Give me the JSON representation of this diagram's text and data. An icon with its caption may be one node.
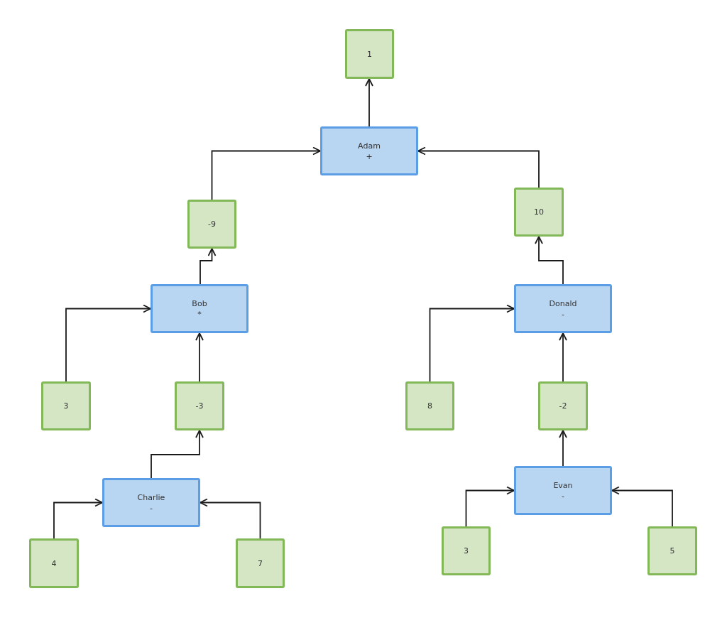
{
  "diagram": {
    "nodes": [
      {
        "text": [
          "1"
        ]
      },
      {
        "text": [
          "Adam",
          "+"
        ]
      },
      {
        "text": [
          "-9"
        ]
      },
      {
        "text": [
          "10"
        ]
      },
      {
        "text": [
          "Bob",
          "*"
        ]
      },
      {
        "text": [
          "Donald",
          "-"
        ]
      },
      {
        "text": [
          "3"
        ]
      },
      {
        "text": [
          "-3"
        ]
      },
      {
        "text": [
          "8"
        ]
      },
      {
        "text": [
          "-2"
        ]
      },
      {
        "text": [
          "Charlie",
          "-"
        ]
      },
      {
        "text": [
          "Evan",
          "-"
        ]
      },
      {
        "text": [
          "4"
        ]
      },
      {
        "text": [
          "7"
        ]
      },
      {
        "text": [
          "3"
        ]
      },
      {
        "text": [
          "5"
        ]
      }
    ],
    "edges": [
      {
        "from": 1,
        "to": 0,
        "arrow": "to"
      },
      {
        "from": 2,
        "to": 1,
        "arrow": "to"
      },
      {
        "from": 3,
        "to": 1,
        "arrow": "to"
      },
      {
        "from": 4,
        "to": 2,
        "arrow": "to"
      },
      {
        "from": 5,
        "to": 3,
        "arrow": "to"
      },
      {
        "from": 6,
        "to": 4,
        "arrow": "to"
      },
      {
        "from": 7,
        "to": 4,
        "arrow": "to"
      },
      {
        "from": 8,
        "to": 5,
        "arrow": "to"
      },
      {
        "from": 9,
        "to": 5,
        "arrow": "to"
      },
      {
        "from": 10,
        "to": 7,
        "arrow": "to"
      },
      {
        "from": 11,
        "to": 9,
        "arrow": "to"
      },
      {
        "from": 12,
        "to": 10,
        "arrow": "to"
      },
      {
        "from": 13,
        "to": 10,
        "arrow": "to"
      },
      {
        "from": 14,
        "to": 11,
        "arrow": "to"
      },
      {
        "from": 15,
        "to": 11,
        "arrow": "to"
      }
    ]
  }
}
